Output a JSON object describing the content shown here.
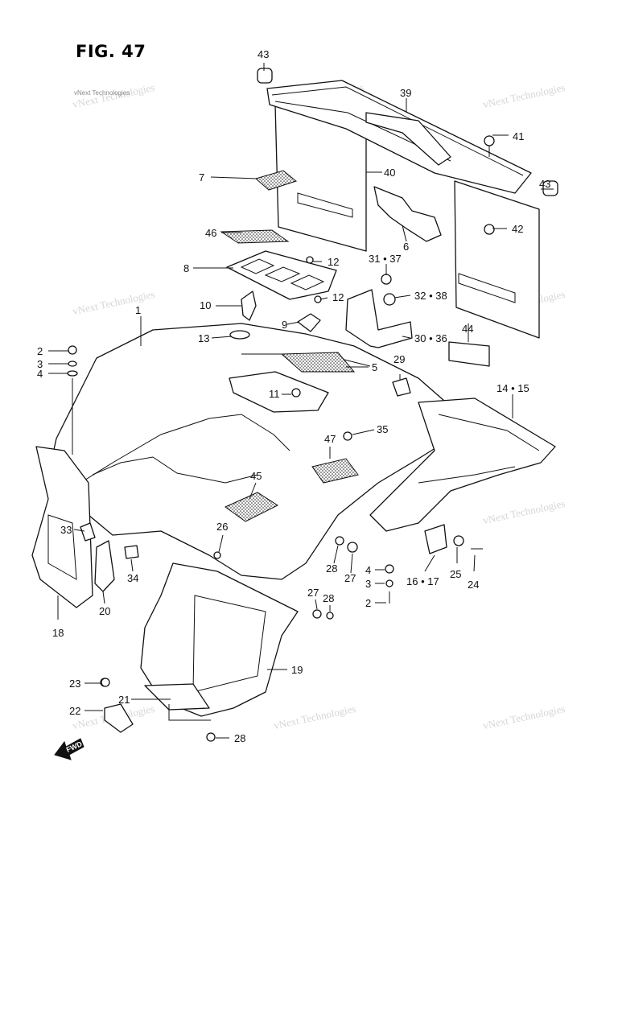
{
  "figure": {
    "title": "FIG. 47",
    "direction_label": "FWD"
  },
  "watermark": {
    "text": "vNext Technologies"
  },
  "callouts": [
    "43",
    "39",
    "41",
    "43",
    "7",
    "40",
    "42",
    "6",
    "46",
    "31 • 37",
    "8",
    "12",
    "10",
    "12",
    "32 • 38",
    "9",
    "30 • 36",
    "44",
    "1",
    "13",
    "2",
    "3",
    "4",
    "5",
    "29",
    "14 • 15",
    "11",
    "35",
    "47",
    "45",
    "33",
    "26",
    "28",
    "27",
    "4",
    "3",
    "2",
    "16 • 17",
    "25",
    "24",
    "34",
    "20",
    "18",
    "27",
    "28",
    "19",
    "23",
    "21",
    "22",
    "28"
  ]
}
